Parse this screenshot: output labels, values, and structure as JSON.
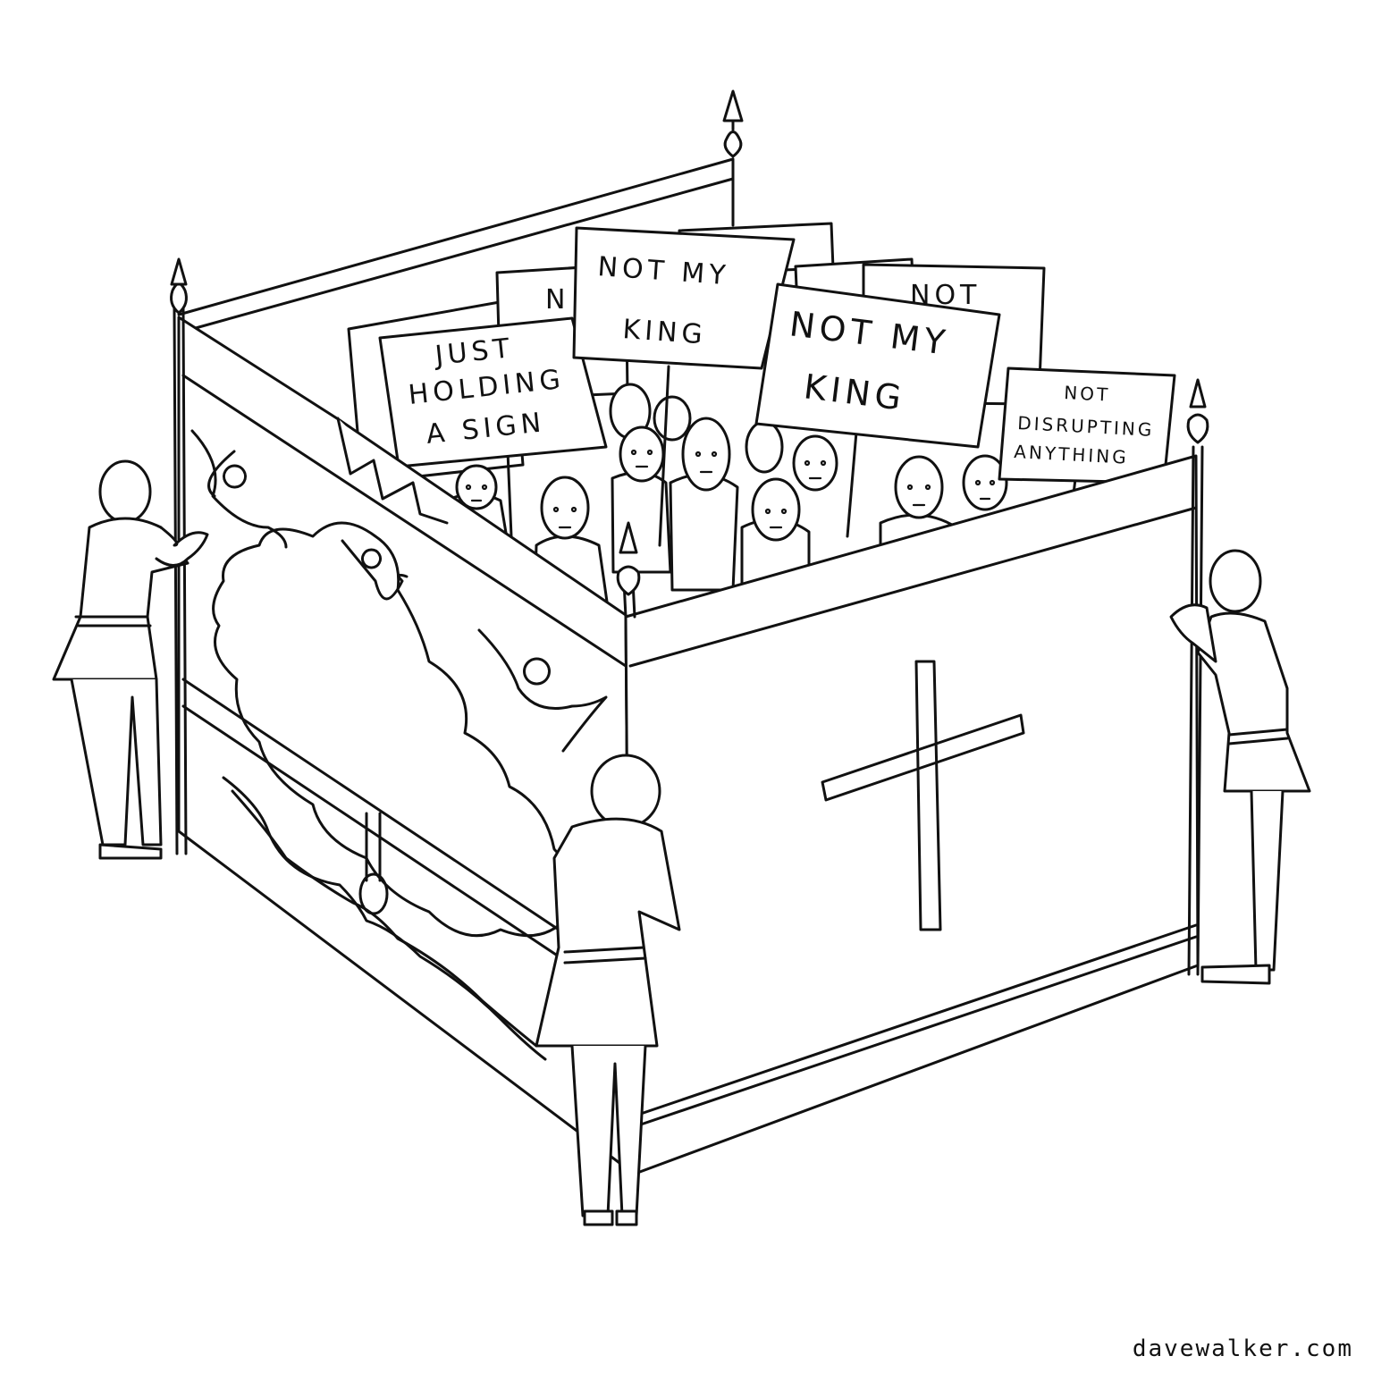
{
  "signs": {
    "just_holding": [
      "JUST",
      "HOLDING",
      "A SIGN"
    ],
    "not_my_king_1": [
      "NOT MY",
      "KING"
    ],
    "not_my_king_2": [
      "NOT MY",
      "KING"
    ],
    "not_partial_back": "NOT",
    "not_partial_left": "N",
    "not_disrupting": [
      "NOT",
      "DISRUPTING",
      "ANYTHING"
    ]
  },
  "credit": "davewalker.com"
}
